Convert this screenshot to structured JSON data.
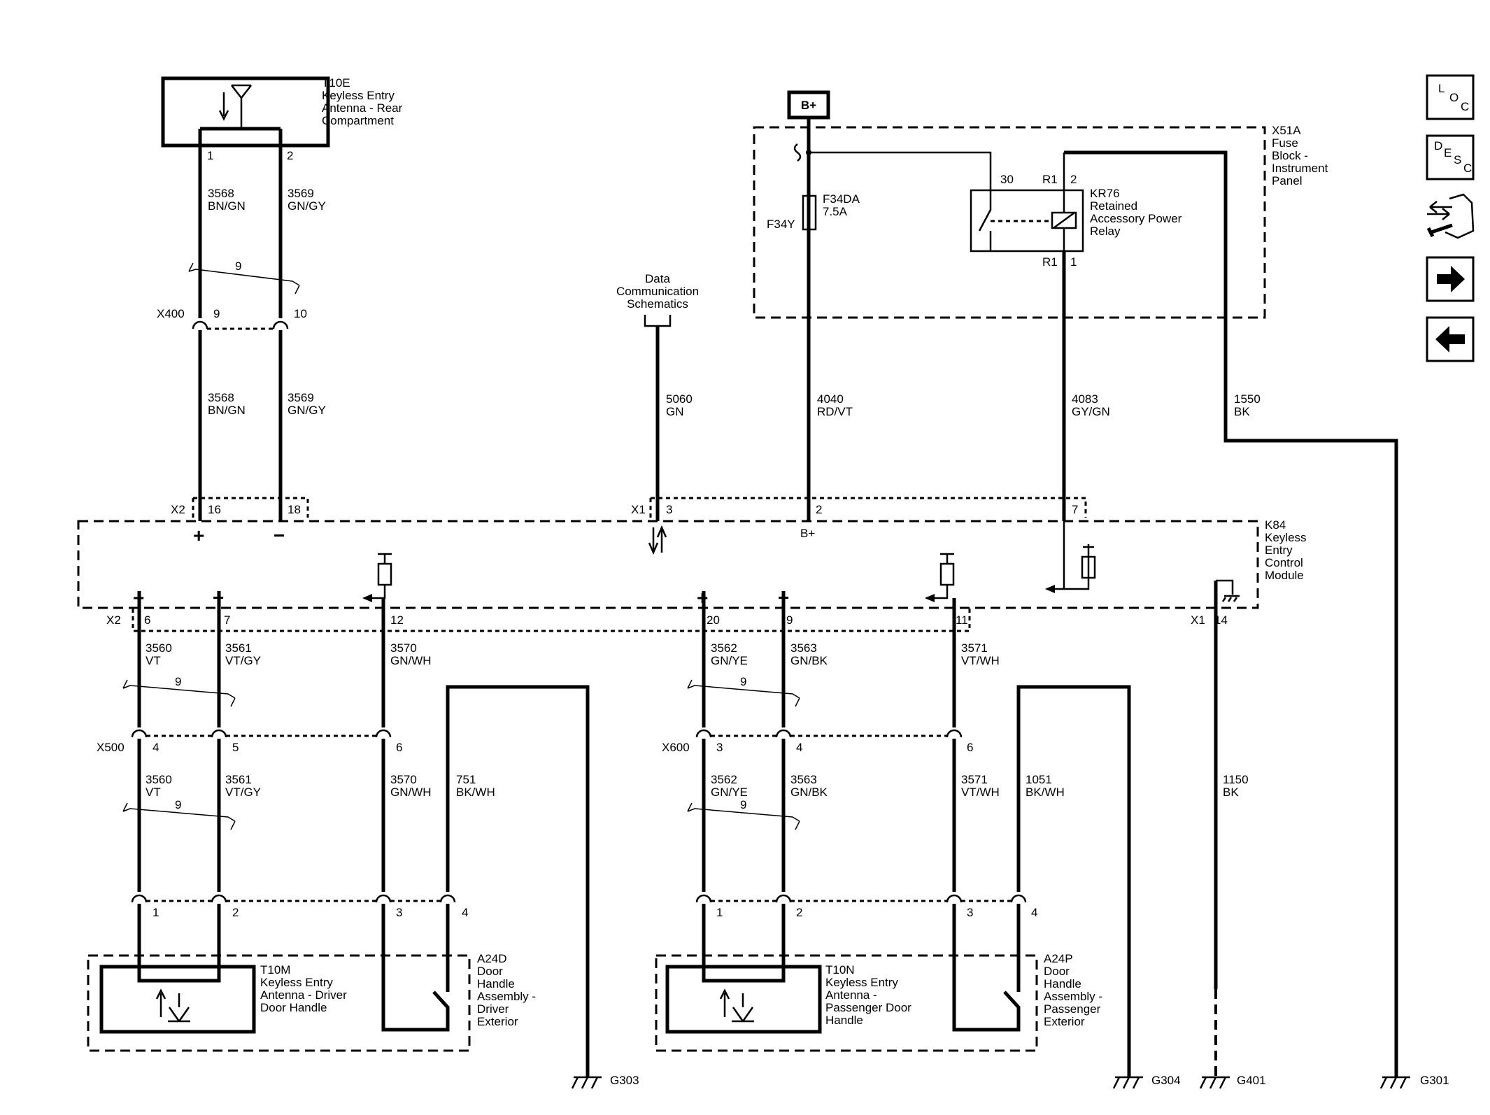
{
  "power_source": "B+",
  "nav": {
    "loc": [
      "L",
      "O",
      "C"
    ],
    "desc": [
      "D",
      "E",
      "S",
      "C"
    ],
    "icons": [
      "loc-nav-icon",
      "desc-nav-icon",
      "connector-wrench-icon",
      "arrow-right-icon",
      "arrow-left-icon"
    ]
  },
  "components": {
    "t10e": {
      "ref": "T10E",
      "lines": [
        "Keyless Entry",
        "Antenna - Rear",
        "Compartment"
      ]
    },
    "x51a": {
      "ref": "X51A",
      "lines": [
        "Fuse",
        "Block -",
        "Instrument",
        "Panel"
      ]
    },
    "fuse": {
      "ref": "F34DA",
      "rating": "7.5A",
      "alt": "F34Y"
    },
    "kr76": {
      "ref": "KR76",
      "lines": [
        "Retained",
        "Accessory Power",
        "Relay"
      ],
      "pin30": "30",
      "pinR1a": "R1",
      "pin2": "2",
      "pinR1b": "R1",
      "pin1": "1"
    },
    "dcs": {
      "lines": [
        "Data",
        "Communication",
        "Schematics"
      ]
    },
    "k84": {
      "ref": "K84",
      "lines": [
        "Keyless",
        "Entry",
        "Control",
        "Module"
      ],
      "bplus": "B+"
    },
    "t10m": {
      "ref": "T10M",
      "lines": [
        "Keyless Entry",
        "Antenna - Driver",
        "Door Handle"
      ]
    },
    "a24d": {
      "ref": "A24D",
      "lines": [
        "Door",
        "Handle",
        "Assembly -",
        "Driver",
        "Exterior"
      ]
    },
    "t10n": {
      "ref": "T10N",
      "lines": [
        "Keyless Entry",
        "Antenna -",
        "Passenger Door",
        "Handle"
      ]
    },
    "a24p": {
      "ref": "A24P",
      "lines": [
        "Door",
        "Handle",
        "Assembly -",
        "Passenger",
        "Exterior"
      ]
    }
  },
  "connectors": {
    "x400": {
      "ref": "X400",
      "pins": [
        "9",
        "10"
      ]
    },
    "x2_top": {
      "ref": "X2",
      "pins": [
        "16",
        "18"
      ]
    },
    "x1_top": {
      "ref": "X1",
      "pins": [
        "3",
        "2",
        "7"
      ]
    },
    "x2_bot": {
      "ref": "X2",
      "pins": [
        "6",
        "7",
        "12",
        "20",
        "9",
        "11"
      ]
    },
    "x1_bot": {
      "ref": "X1",
      "pins": [
        "14"
      ]
    },
    "x500": {
      "ref": "X500",
      "pins": [
        "4",
        "5",
        "6"
      ]
    },
    "x600": {
      "ref": "X600",
      "pins": [
        "3",
        "4",
        "6"
      ]
    },
    "t10e_pins": [
      "1",
      "2"
    ],
    "driver_pins": [
      "1",
      "2",
      "3",
      "4"
    ],
    "pass_pins": [
      "1",
      "2",
      "3",
      "4"
    ]
  },
  "wires": {
    "w3568a": {
      "circuit": "3568",
      "color": "BN/GN"
    },
    "w3569a": {
      "circuit": "3569",
      "color": "GN/GY"
    },
    "w3568b": {
      "circuit": "3568",
      "color": "BN/GN"
    },
    "w3569b": {
      "circuit": "3569",
      "color": "GN/GY"
    },
    "w5060": {
      "circuit": "5060",
      "color": "GN"
    },
    "w4040": {
      "circuit": "4040",
      "color": "RD/VT"
    },
    "w4083": {
      "circuit": "4083",
      "color": "GY/GN"
    },
    "w1550": {
      "circuit": "1550",
      "color": "BK"
    },
    "w3560a": {
      "circuit": "3560",
      "color": "VT"
    },
    "w3561a": {
      "circuit": "3561",
      "color": "VT/GY"
    },
    "w3570a": {
      "circuit": "3570",
      "color": "GN/WH"
    },
    "w3562a": {
      "circuit": "3562",
      "color": "GN/YE"
    },
    "w3563a": {
      "circuit": "3563",
      "color": "GN/BK"
    },
    "w3571a": {
      "circuit": "3571",
      "color": "VT/WH"
    },
    "w3560b": {
      "circuit": "3560",
      "color": "VT"
    },
    "w3561b": {
      "circuit": "3561",
      "color": "VT/GY"
    },
    "w3570b": {
      "circuit": "3570",
      "color": "GN/WH"
    },
    "w751": {
      "circuit": "751",
      "color": "BK/WH"
    },
    "w3562b": {
      "circuit": "3562",
      "color": "GN/YE"
    },
    "w3563b": {
      "circuit": "3563",
      "color": "GN/BK"
    },
    "w3571b": {
      "circuit": "3571",
      "color": "VT/WH"
    },
    "w1051": {
      "circuit": "1051",
      "color": "BK/WH"
    },
    "w1150": {
      "circuit": "1150",
      "color": "BK"
    }
  },
  "twist": "9",
  "grounds": {
    "g303": "G303",
    "g304": "G304",
    "g401": "G401",
    "g301": "G301"
  },
  "polarity": {
    "plus": "+",
    "minus": "−"
  }
}
